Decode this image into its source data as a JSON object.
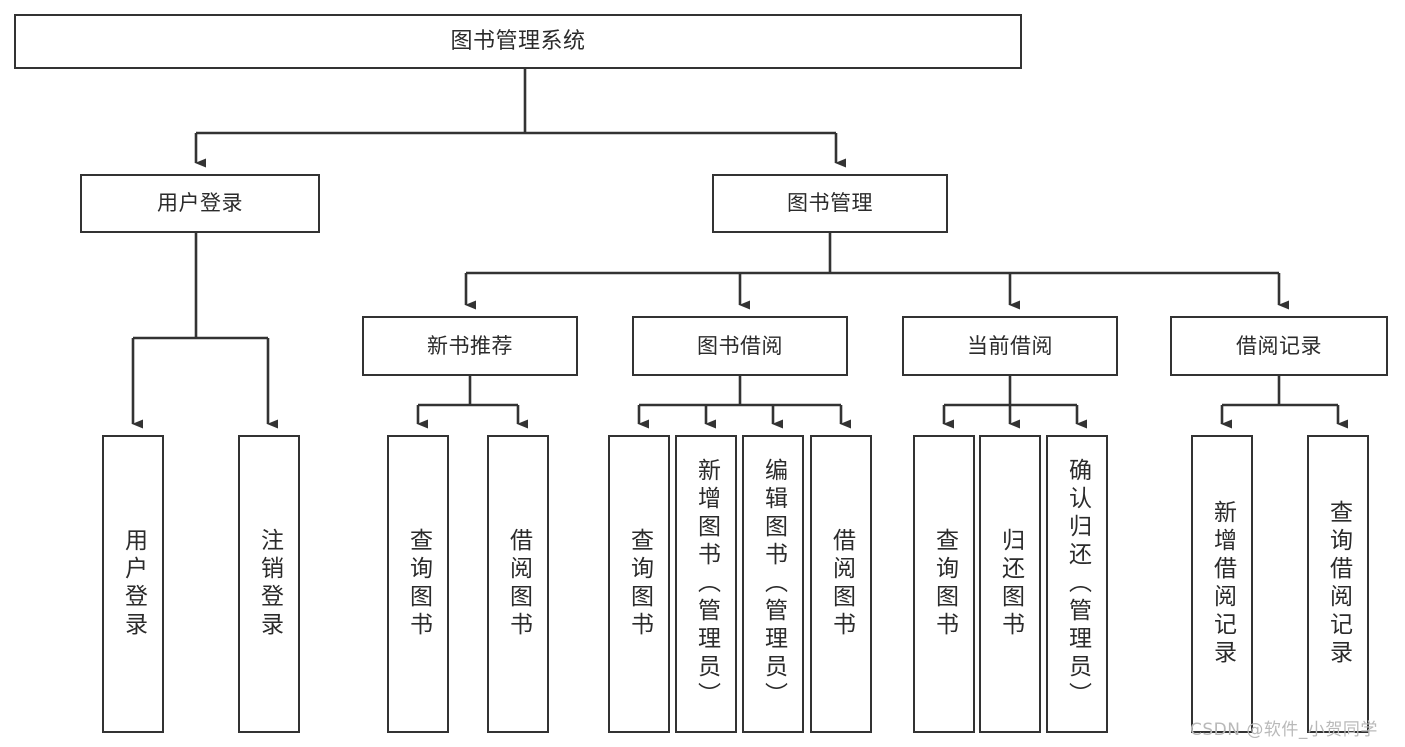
{
  "diagram": {
    "title": "图书管理系统",
    "type": "tree-hierarchy-functional-decomposition",
    "colors": {
      "box_border": "#333333",
      "box_fill": "#ffffff",
      "edge": "#333333",
      "text": "#2b2b2b",
      "watermark": "#b9b9b9",
      "background": "#ffffff"
    },
    "root": {
      "label": "图书管理系统"
    },
    "level2": [
      {
        "label": "用户登录"
      },
      {
        "label": "图书管理"
      }
    ],
    "level3": [
      {
        "label": "新书推荐"
      },
      {
        "label": "图书借阅"
      },
      {
        "label": "当前借阅"
      },
      {
        "label": "借阅记录"
      }
    ],
    "leaves": {
      "user_login": [
        {
          "label": "用户登录"
        },
        {
          "label": "注销登录"
        }
      ],
      "new_book_recommend": [
        {
          "label": "查询图书"
        },
        {
          "label": "借阅图书"
        }
      ],
      "book_borrow": [
        {
          "label": "查询图书"
        },
        {
          "label": "新增图书（管理员）"
        },
        {
          "label": "编辑图书（管理员）"
        },
        {
          "label": "借阅图书"
        }
      ],
      "current_borrow": [
        {
          "label": "查询图书"
        },
        {
          "label": "归还图书"
        },
        {
          "label": "确认归还（管理员）"
        }
      ],
      "borrow_record": [
        {
          "label": "新增借阅记录"
        },
        {
          "label": "查询借阅记录"
        }
      ]
    }
  },
  "watermark": {
    "text": "CSDN @软件_小贺同学"
  }
}
